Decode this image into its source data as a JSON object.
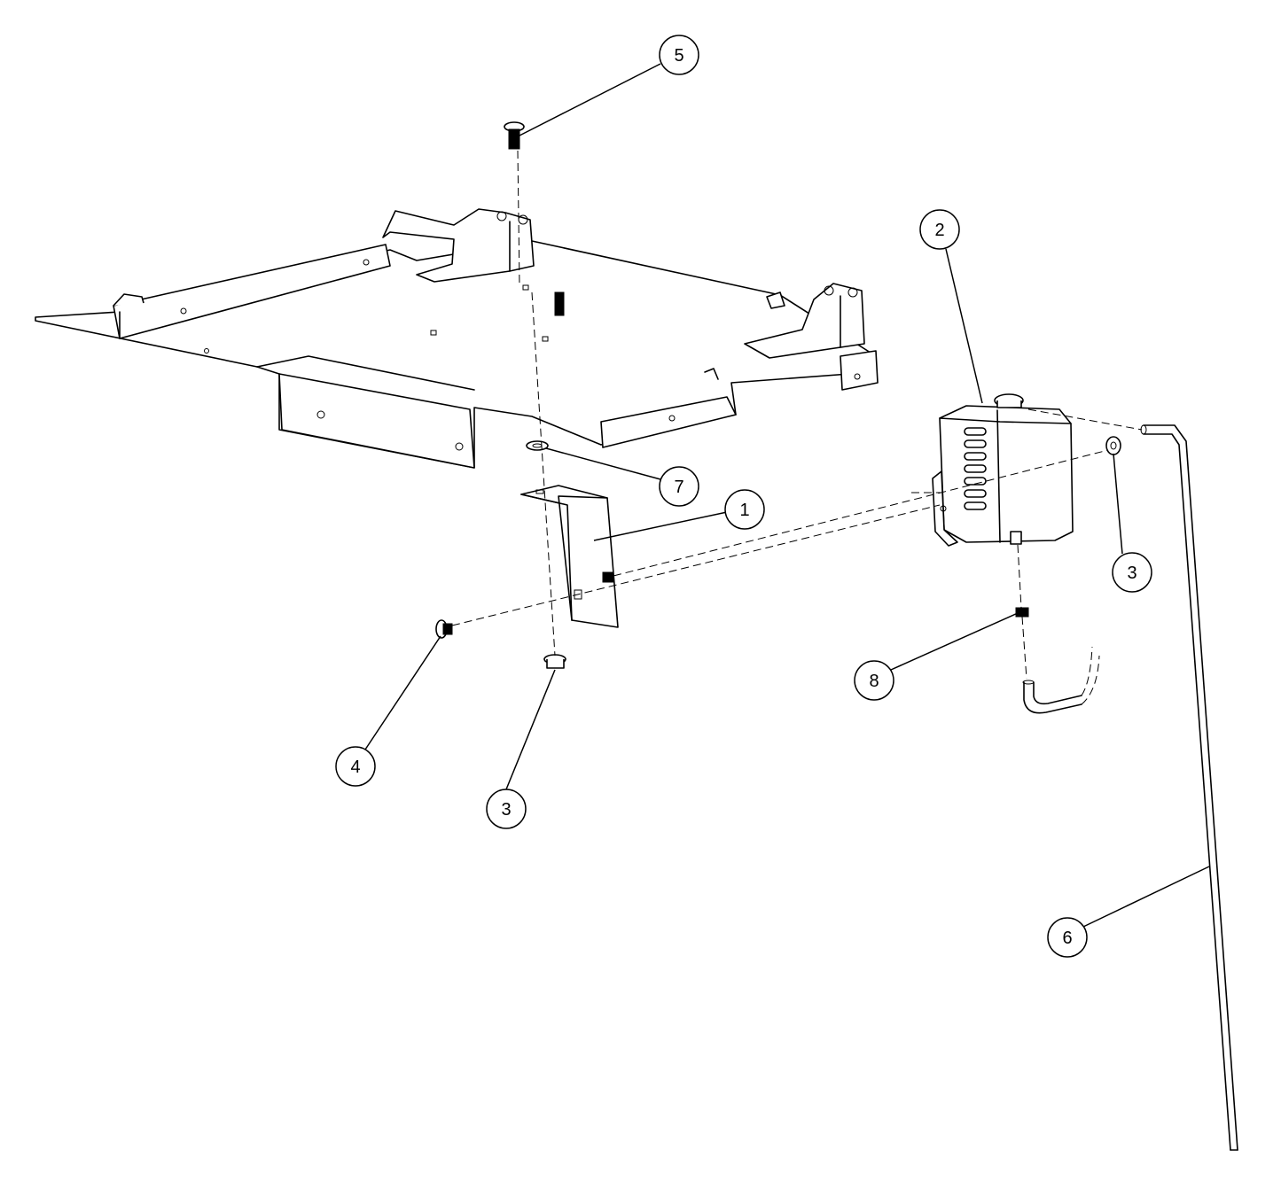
{
  "diagram": {
    "type": "exploded-parts-view",
    "callouts": [
      {
        "id": "callout-5",
        "label": "5",
        "part": "carriage-bolt"
      },
      {
        "id": "callout-2",
        "label": "2",
        "part": "tank"
      },
      {
        "id": "callout-7",
        "label": "7",
        "part": "washer"
      },
      {
        "id": "callout-1",
        "label": "1",
        "part": "bracket"
      },
      {
        "id": "callout-3a",
        "label": "3",
        "part": "flange-nut"
      },
      {
        "id": "callout-3b",
        "label": "3",
        "part": "flange-nut"
      },
      {
        "id": "callout-4",
        "label": "4",
        "part": "screw"
      },
      {
        "id": "callout-8",
        "label": "8",
        "part": "hose-fitting"
      },
      {
        "id": "callout-6",
        "label": "6",
        "part": "rod"
      }
    ]
  }
}
